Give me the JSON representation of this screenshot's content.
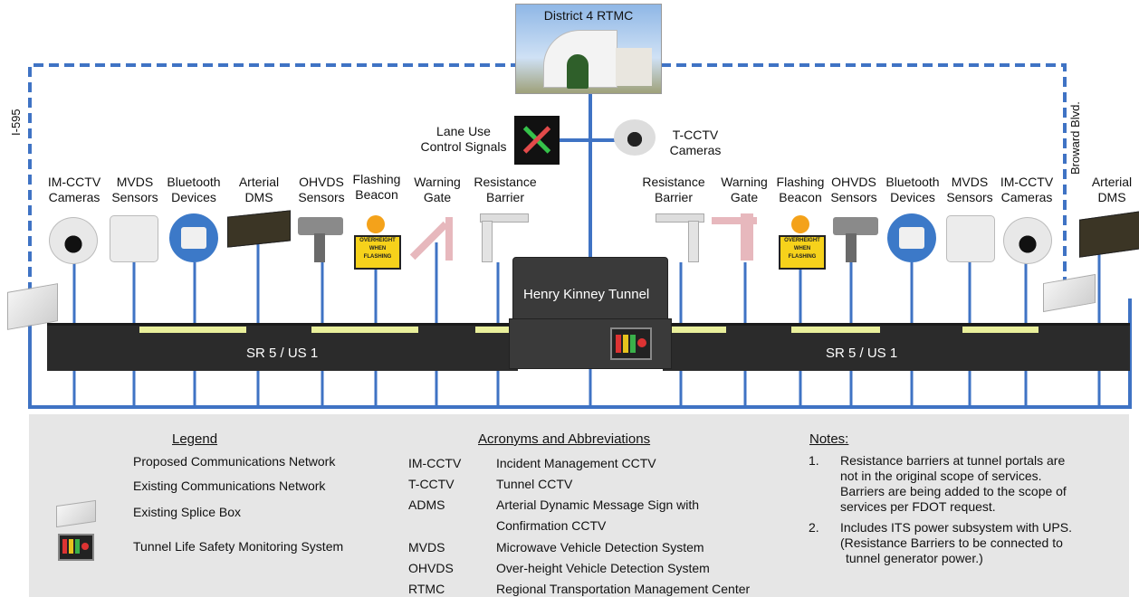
{
  "rtmc": {
    "title": "District 4 RTMC"
  },
  "roads": {
    "left_vertical": "I-595",
    "right_vertical": "Broward Blvd.",
    "left_road": "SR 5 / US 1",
    "right_road": "SR 5 / US 1",
    "tunnel": "Henry Kinney Tunnel"
  },
  "top_devices": {
    "lane_use": [
      "Lane Use",
      "Control Signals"
    ],
    "tcctv": [
      "T-CCTV",
      "Cameras"
    ]
  },
  "left_devices": [
    [
      "IM-CCTV",
      "Cameras"
    ],
    [
      "MVDS",
      "Sensors"
    ],
    [
      "Bluetooth",
      "Devices"
    ],
    [
      "Arterial",
      "DMS"
    ],
    [
      "OHVDS",
      "Sensors"
    ],
    [
      "Flashing",
      "Beacon"
    ],
    [
      "Warning",
      "Gate"
    ],
    [
      "Resistance",
      "Barrier"
    ]
  ],
  "right_devices": [
    [
      "Resistance",
      "Barrier"
    ],
    [
      "Warning",
      "Gate"
    ],
    [
      "Flashing",
      "Beacon"
    ],
    [
      "OHVDS",
      "Sensors"
    ],
    [
      "Bluetooth",
      "Devices"
    ],
    [
      "MVDS",
      "Sensors"
    ],
    [
      "IM-CCTV",
      "Cameras"
    ],
    [
      "Arterial",
      "DMS"
    ]
  ],
  "beacon_sign": [
    "OVERHEIGHT",
    "WHEN",
    "FLASHING"
  ],
  "legend": {
    "title": "Legend",
    "proposed": "Proposed Communications Network",
    "existing": "Existing Communications Network",
    "splice": "Existing Splice Box",
    "tunnel_system": "Tunnel Life Safety Monitoring System"
  },
  "acronyms": {
    "title": "Acronyms and Abbreviations",
    "items": [
      {
        "abbr": "IM-CCTV",
        "def": "Incident Management CCTV"
      },
      {
        "abbr": "T-CCTV",
        "def": "Tunnel CCTV"
      },
      {
        "abbr": "ADMS",
        "def": "Arterial Dynamic Message Sign with"
      },
      {
        "abbr": "",
        "def": "Confirmation CCTV"
      },
      {
        "abbr": "MVDS",
        "def": "Microwave Vehicle Detection System"
      },
      {
        "abbr": "OHVDS",
        "def": "Over-height Vehicle Detection System"
      },
      {
        "abbr": "RTMC",
        "def": "Regional Transportation Management Center"
      }
    ]
  },
  "notes": {
    "title": "Notes:",
    "n1": "1.",
    "n1_lines": [
      "Resistance barriers at tunnel portals are",
      "not in the original scope of services.",
      "Barriers are being added to the scope of",
      "services per FDOT request."
    ],
    "n2": "2.",
    "n2_lines": [
      "Includes ITS power subsystem with  UPS.",
      "(Resistance Barriers to be connected to",
      "tunnel generator power.)"
    ]
  },
  "colors": {
    "network": "#3f73c4",
    "road": "#2b2b2b",
    "legend_bg": "#e6e6e6",
    "lane_marking": "#e9ef9b"
  }
}
